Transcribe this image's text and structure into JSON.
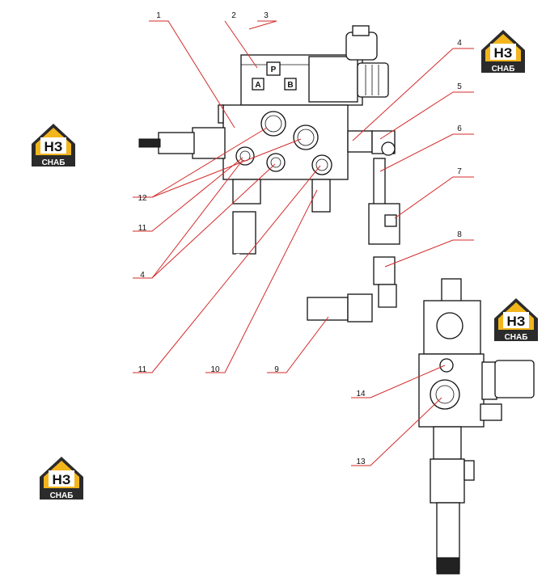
{
  "diagram": {
    "callouts": [
      "1",
      "2",
      "3",
      "4",
      "5",
      "6",
      "7",
      "8",
      "12",
      "11",
      "4",
      "11",
      "10",
      "9",
      "14",
      "13"
    ],
    "port_letters": [
      "P",
      "A",
      "B"
    ]
  },
  "logo": {
    "mark": "НЗ",
    "caption": "СНАБ",
    "colors": {
      "accent": "#f2b51c",
      "dark": "#2b2b2b",
      "text": "#ffffff"
    }
  }
}
